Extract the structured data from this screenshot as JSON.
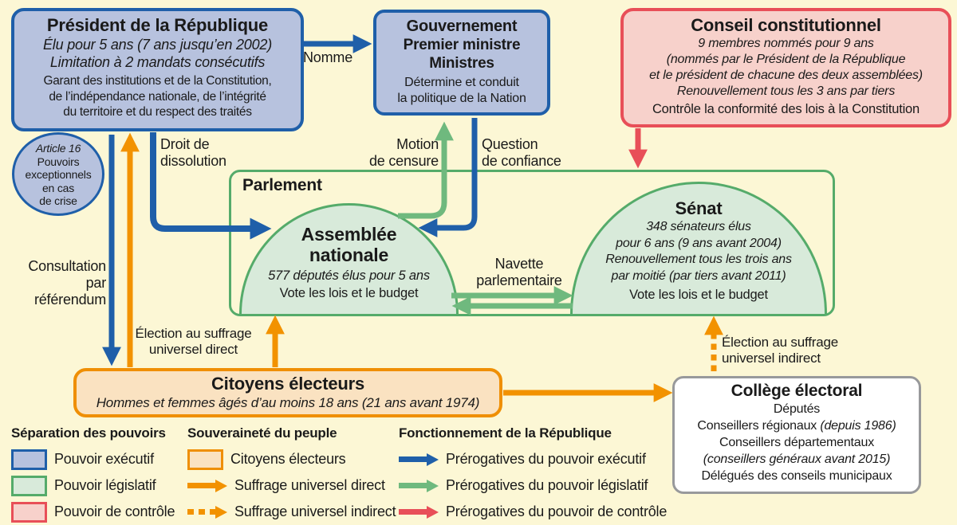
{
  "colors": {
    "background": "#fcf7d5",
    "executive_blue": "#1f5fa9",
    "executive_fill": "#b7c2de",
    "legislative_green": "#55ab6a",
    "legislative_fill": "#d8eada",
    "legislative_arrow": "#6fb97e",
    "control_red": "#e84f58",
    "control_fill": "#f7d1cb",
    "people_orange": "#f29200",
    "people_fill": "#fae2c1",
    "college_border": "#98999b"
  },
  "boxes": {
    "president": {
      "title": "Président de la République",
      "it1": "Élu pour 5 ans (7 ans jusqu’en 2002)",
      "it2": "Limitation à 2 mandats consécutifs",
      "body1": "Garant des institutions et de la Constitution,",
      "body2": "de l’indépendance nationale, de l’intégrité",
      "body3": "du territoire et du respect des traités"
    },
    "gouvernement": {
      "title": "Gouvernement",
      "sub1": "Premier ministre",
      "sub2": "Ministres",
      "body1": "Détermine et conduit",
      "body2": "la politique de la Nation"
    },
    "conseil": {
      "title": "Conseil constitutionnel",
      "it1": "9 membres nommés pour 9 ans",
      "it2": "(nommés par le Président de la République",
      "it3": "et le président de chacune des deux assemblées)",
      "it4": "Renouvellement tous les 3 ans par tiers",
      "body": "Contrôle la conformité des lois à la Constitution"
    },
    "article16": {
      "line1": "Article 16",
      "line2": "Pouvoirs",
      "line3": "exceptionnels",
      "line4": "en cas",
      "line5": "de crise"
    },
    "parlement": {
      "title": "Parlement"
    },
    "assemblee": {
      "title1": "Assemblée",
      "title2": "nationale",
      "it1": "577 députés élus pour 5 ans",
      "body": "Vote les lois et le budget"
    },
    "senat": {
      "title": "Sénat",
      "it1": "348 sénateurs élus",
      "it2": "pour 6 ans (9 ans avant 2004)",
      "it3": "Renouvellement tous les trois ans",
      "it4": "par moitié (par tiers avant 2011)",
      "body": "Vote les lois et le budget"
    },
    "citoyens": {
      "title": "Citoyens électeurs",
      "it1": "Hommes et femmes âgés d’au moins 18 ans (21 ans avant 1974)"
    },
    "college": {
      "title": "Collège électoral",
      "line1": "Députés",
      "line2a": "Conseillers régionaux ",
      "line2b": "(depuis 1986)",
      "line3": "Conseillers départementaux",
      "line4": "(conseillers généraux avant 2015)",
      "line5": "Délégués des conseils municipaux"
    }
  },
  "labels": {
    "nomme": "Nomme",
    "droit1": "Droit de",
    "droit2": "dissolution",
    "motion1": "Motion",
    "motion2": "de censure",
    "question1": "Question",
    "question2": "de confiance",
    "consultation1": "Consultation",
    "consultation2": "par",
    "consultation3": "référendum",
    "election_direct1": "Élection au suffrage",
    "election_direct2": "universel direct",
    "navette1": "Navette",
    "navette2": "parlementaire",
    "election_indirect1": "Élection au suffrage",
    "election_indirect2": "universel indirect"
  },
  "legend": {
    "col1": {
      "title": "Séparation des pouvoirs",
      "items": [
        {
          "icon": "blue-box-swatch",
          "label": "Pouvoir exécutif"
        },
        {
          "icon": "green-box-swatch",
          "label": "Pouvoir législatif"
        },
        {
          "icon": "red-box-swatch",
          "label": "Pouvoir de contrôle"
        }
      ]
    },
    "col2": {
      "title": "Souveraineté du peuple",
      "items": [
        {
          "icon": "orange-box-swatch",
          "label": "Citoyens électeurs"
        },
        {
          "icon": "orange-solid-arrow",
          "label": "Suffrage universel direct"
        },
        {
          "icon": "orange-dashed-arrow",
          "label": "Suffrage universel indirect"
        }
      ]
    },
    "col3": {
      "title": "Fonctionnement de la République",
      "items": [
        {
          "icon": "blue-arrow",
          "label": "Prérogatives du pouvoir exécutif"
        },
        {
          "icon": "green-arrow",
          "label": "Prérogatives du pouvoir législatif"
        },
        {
          "icon": "red-arrow",
          "label": "Prérogatives du pouvoir de contrôle"
        }
      ]
    }
  }
}
